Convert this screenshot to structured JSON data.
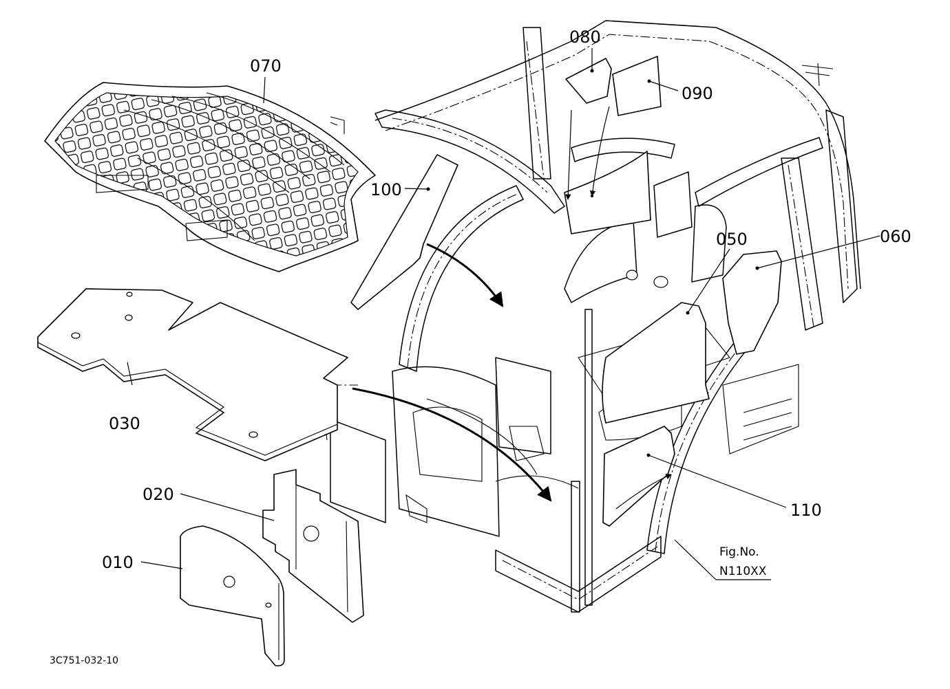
{
  "labels": {
    "p010": "010",
    "p020": "020",
    "p030": "030",
    "p050": "050",
    "p060": "060",
    "p070": "070",
    "p080": "080",
    "p090": "090",
    "p100": "100",
    "p110": "110"
  },
  "figure": {
    "caption": "Fig.No.",
    "number": "N110XX"
  },
  "drawing_code": "3C751-032-10"
}
